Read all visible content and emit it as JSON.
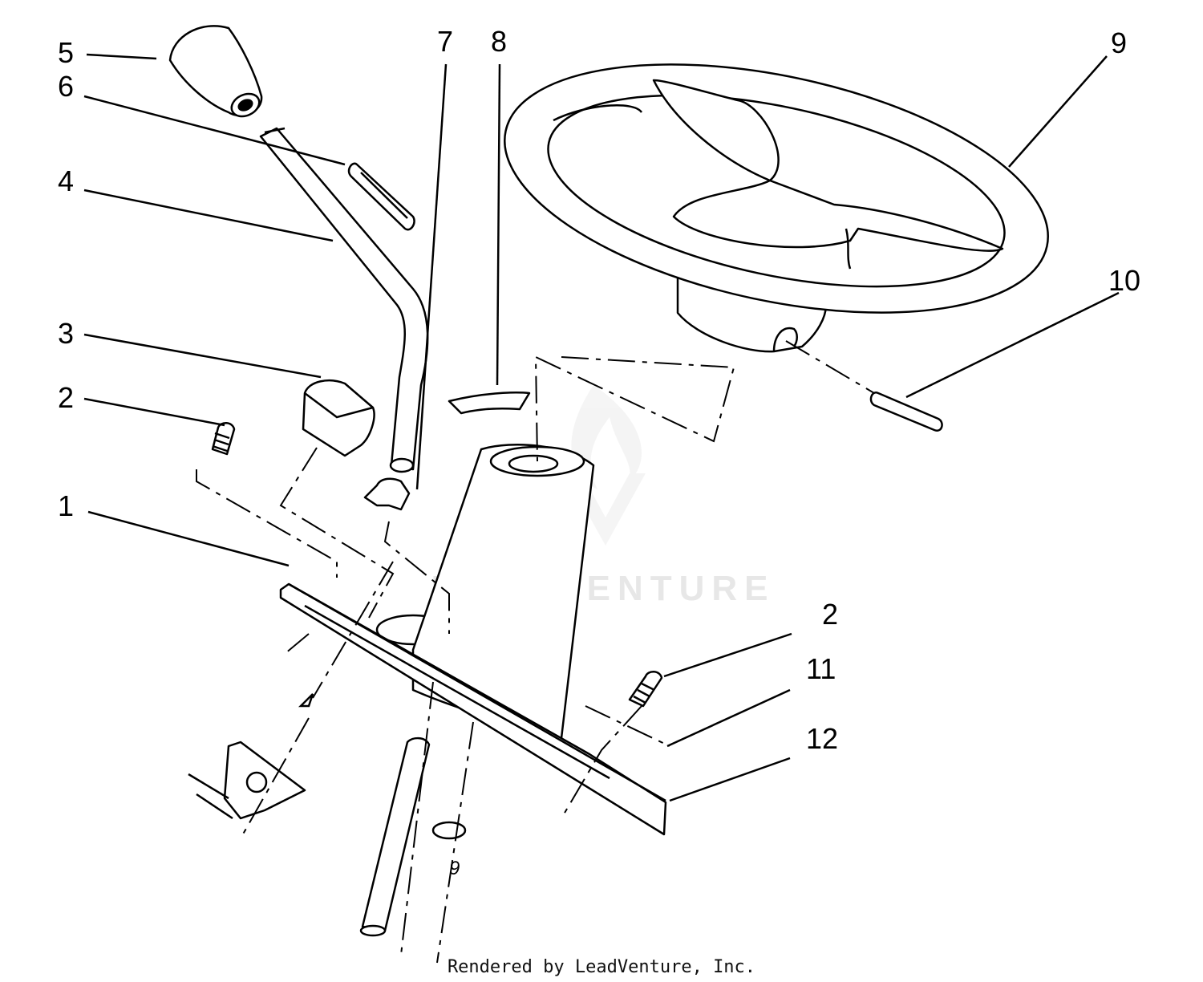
{
  "callouts": {
    "c1": "1",
    "c2a": "2",
    "c2b": "2",
    "c3": "3",
    "c4": "4",
    "c5": "5",
    "c6": "6",
    "c7": "7",
    "c8": "8",
    "c9": "9",
    "c10": "10",
    "c11": "11",
    "c12": "12"
  },
  "shaft_mark": "9",
  "watermark": "LEADVENTURE",
  "footer": "Rendered by LeadVenture, Inc."
}
